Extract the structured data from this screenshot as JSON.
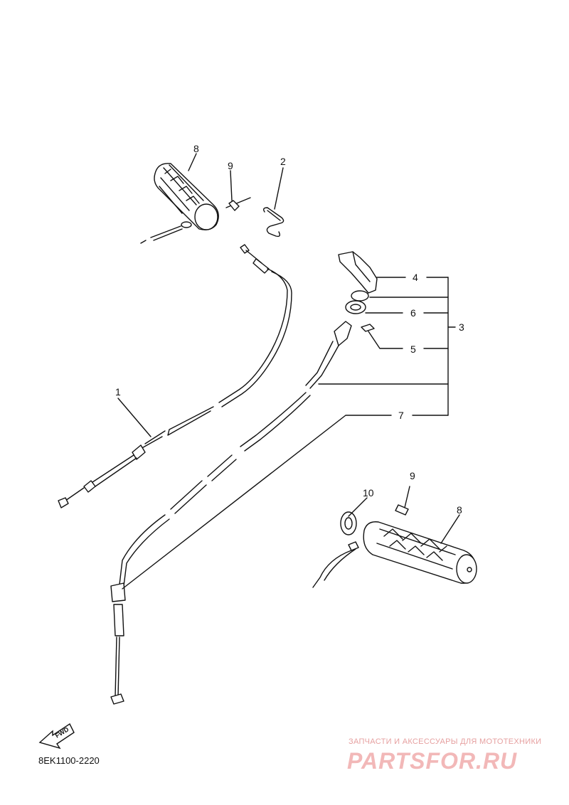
{
  "callouts": [
    "1",
    "2",
    "3",
    "4",
    "5",
    "6",
    "7",
    "8",
    "8",
    "9",
    "9",
    "10"
  ],
  "fwd_label": "FWD",
  "diagram_code": "8EK1100-2220",
  "watermark": {
    "caption": "ЗАПЧАСТИ И АКСЕССУАРЫ ДЛЯ МОТОТЕХНИКИ",
    "logo": "PARTSFOR.RU"
  },
  "colors": {
    "line": "#111111",
    "watermark": "#f2b8b8"
  }
}
